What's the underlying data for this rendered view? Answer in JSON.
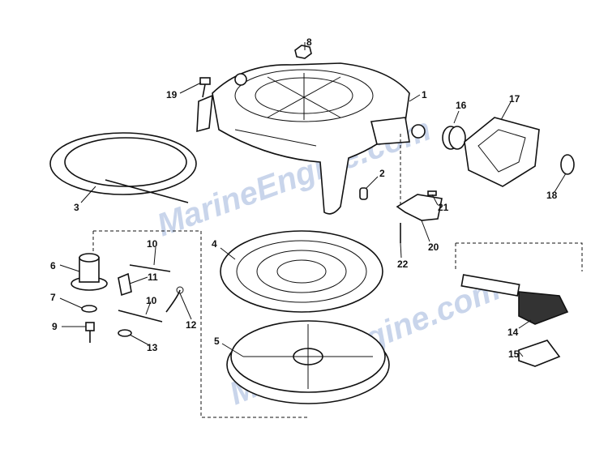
{
  "title": "Rewind Starter Exploded Parts Diagram",
  "watermark": "MarineEngine.com",
  "callouts": [
    "8",
    "19",
    "1",
    "16",
    "17",
    "3",
    "2",
    "21",
    "18",
    "20",
    "22",
    "10",
    "4",
    "6",
    "11",
    "7",
    "10",
    "12",
    "9",
    "13",
    "5",
    "14",
    "15"
  ]
}
